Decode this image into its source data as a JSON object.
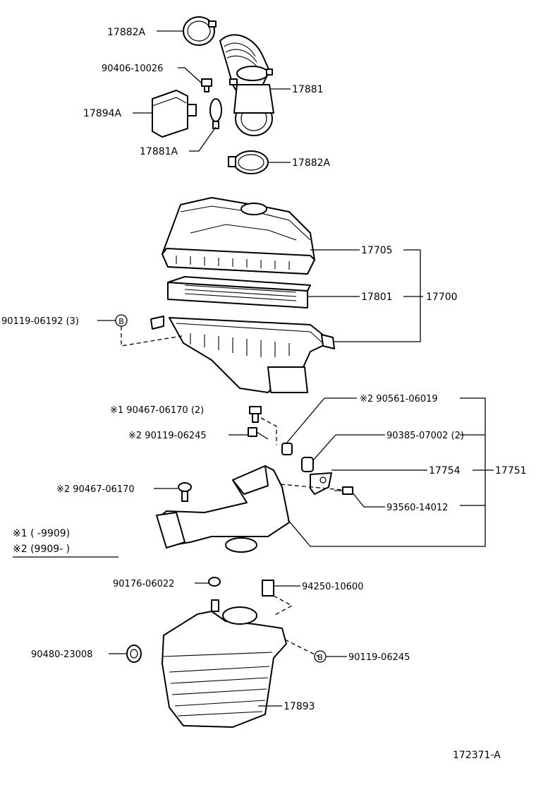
{
  "labels": {
    "l_17882A_top": "17882A",
    "l_90406": "90406-10026",
    "l_17881": "17881",
    "l_17894A": "17894A",
    "l_17881A": "17881A",
    "l_17882A_bot": "17882A",
    "l_17705": "17705",
    "l_17801": "17801",
    "l_17700": "17700",
    "l_90119_06192": "90119-06192 (3)",
    "l_90467_1": "※1 90467-06170 (2)",
    "l_90119_06245_a": "※2 90119-06245",
    "l_90561": "※2 90561-06019",
    "l_90385": "90385-07002 (2)",
    "l_17754": "17754",
    "l_17751": "17751",
    "l_90467_2": "※2 90467-06170",
    "l_93560": "93560-14012",
    "l_note1": "※1 (      -9909)",
    "l_note2": "※2 (9909-       )",
    "l_90176": "90176-06022",
    "l_94250": "94250-10600",
    "l_90480": "90480-23008",
    "l_90119_06245_b": "90119-06245",
    "l_17893": "17893",
    "l_fig": "172371-A"
  },
  "markers": {
    "b1": "B",
    "b2": "B"
  }
}
